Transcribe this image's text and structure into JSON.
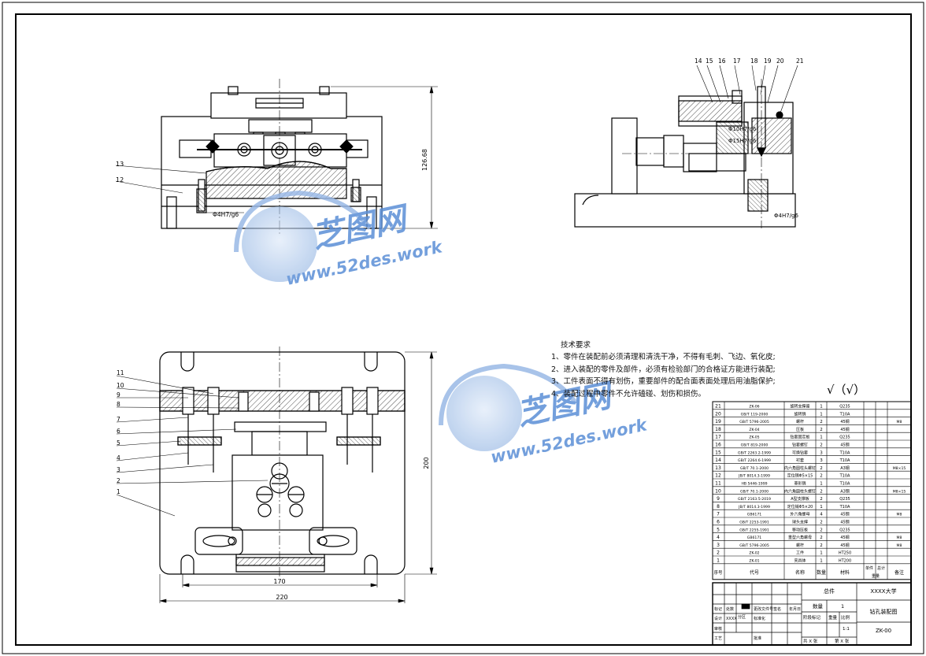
{
  "views": {
    "front_dims": {
      "height": "126.68",
      "fit": "Φ4H7/g6"
    },
    "side_dims": {
      "fit1": "Φ10H7/g6",
      "fit2": "Φ15H7/g6",
      "fit3": "Φ4H7/g6"
    },
    "top_dims": {
      "inner_width": "170",
      "overall_width": "220",
      "height": "200"
    }
  },
  "front_callouts": [
    "13",
    "12"
  ],
  "side_callouts": [
    "14",
    "15",
    "16",
    "17",
    "18",
    "19",
    "20",
    "21"
  ],
  "top_callouts": [
    "11",
    "10",
    "9",
    "8",
    "7",
    "6",
    "5",
    "4",
    "3",
    "2",
    "1"
  ],
  "watermark": {
    "brand": "芝图网",
    "url": "www.52des.work",
    "color": "#5b8fd6"
  },
  "tech_requirements": {
    "title": "技术要求",
    "items": [
      "1、零件在装配前必须清理和清洗干净，不得有毛刺、飞边、氧化皮;",
      "2、进入装配的零件及部件，必须有检验部门的合格证方能进行装配;",
      "3、工件表面不得有划伤，重要部件的配合面表面处理后用油脂保护;",
      "4、装配过程中零件不允许磕碰、划伤和损伤。"
    ]
  },
  "roughness": "√（√）",
  "bom": {
    "headers": [
      "序号",
      "代号",
      "名称",
      "数量",
      "材料",
      "单件",
      "总计",
      "重量",
      "备注"
    ],
    "rows": [
      [
        "21",
        "ZK-06",
        "旋转支撑座",
        "1",
        "Q235",
        ""
      ],
      [
        "20",
        "GB/T 119-2000",
        "旋转销",
        "1",
        "T10A",
        ""
      ],
      [
        "19",
        "GB/T 5796-2005",
        "螺杆",
        "2",
        "45钢",
        "M8"
      ],
      [
        "18",
        "ZK-04",
        "压板",
        "2",
        "45钢",
        ""
      ],
      [
        "17",
        "ZK-05",
        "钻套固定板",
        "1",
        "Q235",
        ""
      ],
      [
        "16",
        "GB/T 819-2000",
        "钻套螺钉",
        "2",
        "45钢",
        ""
      ],
      [
        "15",
        "GB/T 2263.2-1999",
        "可换钻套",
        "3",
        "T10A",
        ""
      ],
      [
        "14",
        "GB/T 2264.6-1999",
        "衬套",
        "3",
        "T10A",
        ""
      ],
      [
        "13",
        "GB/T 70.1-2000",
        "内六角圆柱头螺钉",
        "2",
        "A3钢",
        "M8×15"
      ],
      [
        "12",
        "JB/T 8014.3-1999",
        "定位销Φ5×15",
        "2",
        "T10A",
        ""
      ],
      [
        "11",
        "HB 5446-1999",
        "菱形销",
        "1",
        "T10A",
        ""
      ],
      [
        "10",
        "GB/T 70.1-2000",
        "内六角圆柱头螺钉",
        "2",
        "A3钢",
        "M8×15"
      ],
      [
        "9",
        "GB/T 2163.5-2019",
        "A型支撑板",
        "2",
        "Q235",
        ""
      ],
      [
        "8",
        "JB/T 8014.3-1999",
        "定位销Φ5×20",
        "1",
        "T10A",
        ""
      ],
      [
        "7",
        "GB6171",
        "外六角螺母",
        "4",
        "45钢",
        "M8"
      ],
      [
        "6",
        "GB/T 2253-1991",
        "球头支撑",
        "2",
        "45钢",
        ""
      ],
      [
        "5",
        "GB/T 2255-1991",
        "移动压板",
        "2",
        "Q235",
        ""
      ],
      [
        "4",
        "GB6171",
        "重型六角螺母",
        "2",
        "45钢",
        "M8"
      ],
      [
        "3",
        "GB/T 5796-2005",
        "螺杆",
        "2",
        "45钢",
        "M8"
      ],
      [
        "2",
        "ZK-02",
        "工件",
        "1",
        "HT250",
        ""
      ],
      [
        "1",
        "ZK-01",
        "夹具体",
        "1",
        "HT200",
        ""
      ]
    ]
  },
  "title_block": {
    "part": "总件",
    "school": "XXXX大学",
    "qty_label": "数量",
    "qty": "1",
    "drawing_name": "钻孔装配图",
    "stage_label": "阶段标记",
    "weight_label": "重量",
    "scale_label": "比例",
    "scale": "1:1",
    "code": "ZK-00",
    "sheets": "共 X 张",
    "sheet": "第 X 张",
    "row_labels": [
      "标记",
      "处数",
      "分区",
      "更改文件号",
      "签名",
      "年月日"
    ],
    "sign_labels": [
      "设计",
      "XXXX",
      "标准化",
      "审核",
      "工艺",
      "批准"
    ]
  }
}
